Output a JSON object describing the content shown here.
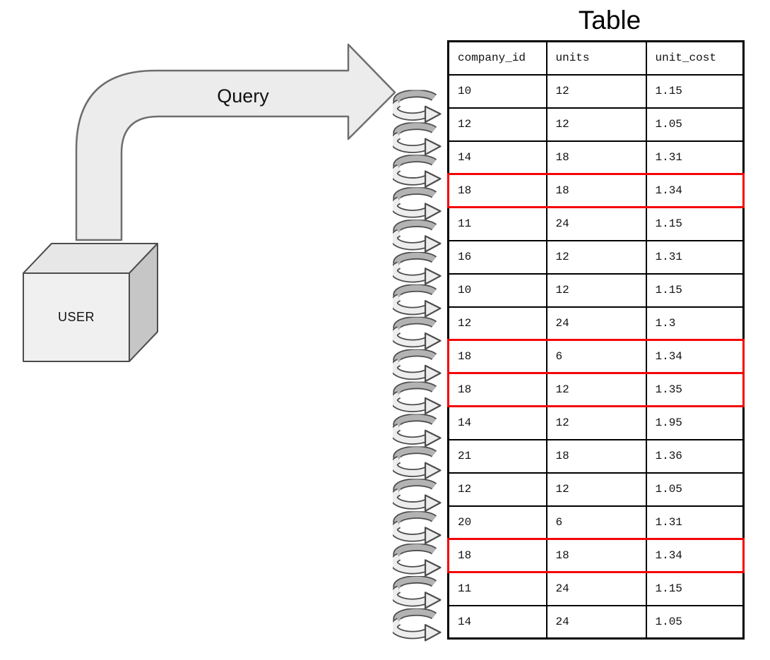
{
  "diagram": {
    "user_label": "USER",
    "query_label": "Query",
    "scan_icon": "row-scan-loop-arrow",
    "colors": {
      "arrow_fill": "#ececec",
      "arrow_stroke": "#6e6e6e",
      "box_front": "#f0f0f0",
      "box_top": "#e7e7e7",
      "box_side": "#c6c6c6",
      "box_stroke": "#4d4d4d",
      "coil_back": "#b3b3b3",
      "coil_front": "#ededed",
      "coil_outline": "#4d4d4d"
    }
  },
  "table": {
    "title": "Table",
    "columns": [
      "company_id",
      "units",
      "unit_cost"
    ],
    "rows": [
      {
        "cells": [
          "10",
          "12",
          "1.15"
        ],
        "highlighted": false
      },
      {
        "cells": [
          "12",
          "12",
          "1.05"
        ],
        "highlighted": false
      },
      {
        "cells": [
          "14",
          "18",
          "1.31"
        ],
        "highlighted": false
      },
      {
        "cells": [
          "18",
          "18",
          "1.34"
        ],
        "highlighted": true
      },
      {
        "cells": [
          "11",
          "24",
          "1.15"
        ],
        "highlighted": false
      },
      {
        "cells": [
          "16",
          "12",
          "1.31"
        ],
        "highlighted": false
      },
      {
        "cells": [
          "10",
          "12",
          "1.15"
        ],
        "highlighted": false
      },
      {
        "cells": [
          "12",
          "24",
          "1.3"
        ],
        "highlighted": false
      },
      {
        "cells": [
          "18",
          "6",
          "1.34"
        ],
        "highlighted": true
      },
      {
        "cells": [
          "18",
          "12",
          "1.35"
        ],
        "highlighted": true
      },
      {
        "cells": [
          "14",
          "12",
          "1.95"
        ],
        "highlighted": false
      },
      {
        "cells": [
          "21",
          "18",
          "1.36"
        ],
        "highlighted": false
      },
      {
        "cells": [
          "12",
          "12",
          "1.05"
        ],
        "highlighted": false
      },
      {
        "cells": [
          "20",
          "6",
          "1.31"
        ],
        "highlighted": false
      },
      {
        "cells": [
          "18",
          "18",
          "1.34"
        ],
        "highlighted": true
      },
      {
        "cells": [
          "11",
          "24",
          "1.15"
        ],
        "highlighted": false
      },
      {
        "cells": [
          "14",
          "24",
          "1.05"
        ],
        "highlighted": false
      }
    ],
    "border_color": "#000000",
    "highlight_color": "#f40505"
  }
}
